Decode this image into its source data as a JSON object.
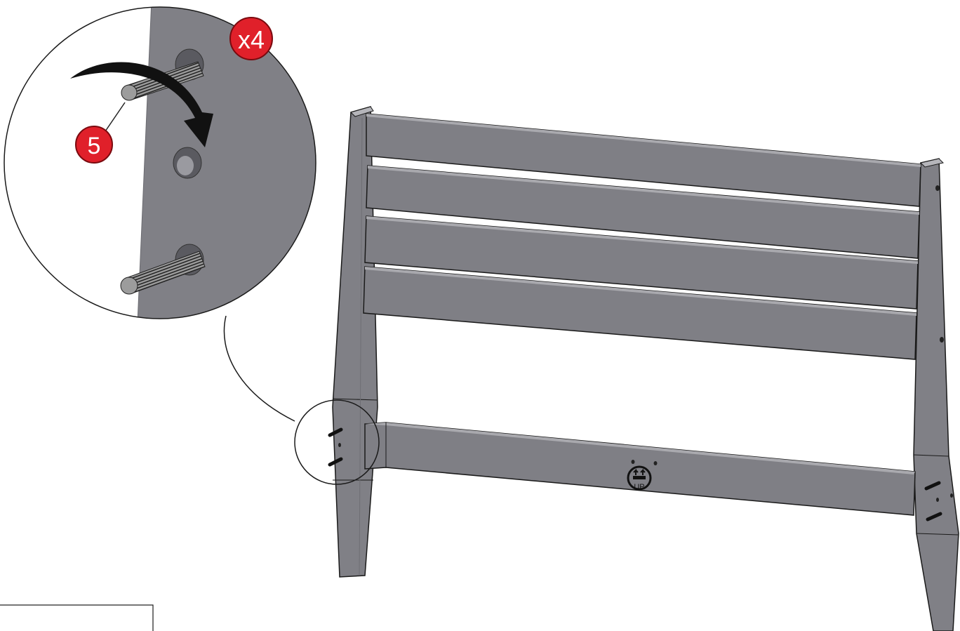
{
  "diagram": {
    "step_quantity_badge": "x4",
    "part_number_badge": "5",
    "orientation_mark_label": "UP",
    "colors": {
      "panel_gray": "#7f7f85",
      "panel_light": "#8e8e94",
      "panel_dark": "#6a6a70",
      "badge_red": "#e0202a",
      "outline": "#1a1a1a"
    },
    "icons": [
      "rotation-arrow-icon",
      "up-orientation-icon"
    ]
  }
}
